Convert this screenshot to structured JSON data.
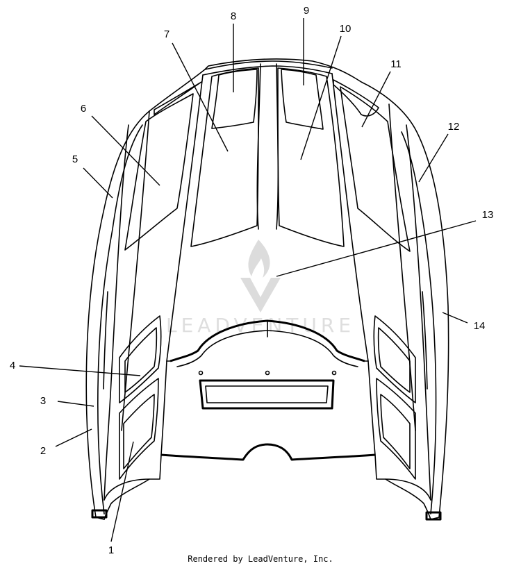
{
  "watermark": {
    "text": "LEADVENTURE",
    "logo_icon": "leadventure-flame-logo-icon",
    "color": "#dedede"
  },
  "callouts": [
    {
      "label": "1"
    },
    {
      "label": "2"
    },
    {
      "label": "3"
    },
    {
      "label": "4"
    },
    {
      "label": "5"
    },
    {
      "label": "6"
    },
    {
      "label": "7"
    },
    {
      "label": "8"
    },
    {
      "label": "9"
    },
    {
      "label": "10"
    },
    {
      "label": "11"
    },
    {
      "label": "12"
    },
    {
      "label": "13"
    },
    {
      "label": "14"
    }
  ],
  "footer": {
    "credit": "Rendered by LeadVenture, Inc."
  }
}
